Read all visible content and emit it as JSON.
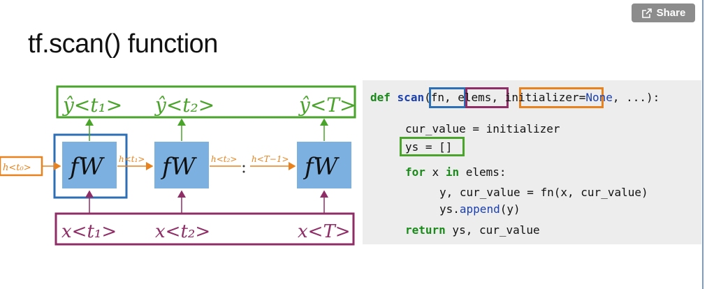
{
  "share": {
    "label": "Share",
    "icon": "share-icon"
  },
  "title": "tf.scan() function",
  "diagram": {
    "outputs": [
      "ŷ<t₁>",
      "ŷ<t₂>",
      "ŷ<T>"
    ],
    "inputs": [
      "x<t₁>",
      "x<t₂>",
      "x<T>"
    ],
    "cell_label": "fW",
    "hidden": {
      "h0": "h<t₀>",
      "h1": "h<t₁>",
      "h2": "h<t₂>",
      "hT1": "h<T−1>"
    },
    "colors": {
      "green": "#4aa32b",
      "blue": "#2c6fb6",
      "purple": "#8f2e66",
      "orange": "#e8821e",
      "cell": "#7cb0e0"
    }
  },
  "code": {
    "def": "def",
    "fname": "scan",
    "open": "(",
    "p_fn": "fn,",
    "p_elems": "elems",
    "comma": ",",
    "p_init": "initializer",
    "eq": "=",
    "none": "None",
    "rest": ", ...):",
    "line2": "cur_value = initializer",
    "line3": "ys = []",
    "for_kw": "for",
    "for_mid": " x ",
    "in_kw": "in",
    "for_end": " elems:",
    "line5": "y, cur_value = fn(x, cur_value)",
    "line6a": "ys.",
    "line6b": "append",
    "line6c": "(y)",
    "return_kw": "return",
    "return_rest": " ys, cur_value"
  }
}
